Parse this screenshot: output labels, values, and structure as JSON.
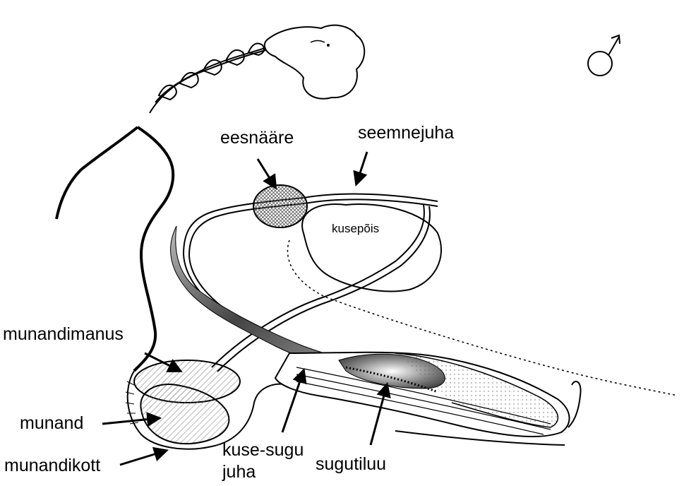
{
  "symbol": "♂",
  "labels": {
    "eesnaare": "eesnääre",
    "seemnejuha": "seemnejuha",
    "kusepois": "kusepõis",
    "munandimanus": "munandimanus",
    "munand": "munand",
    "munandikott": "munandikott",
    "kuse_sugu_line1": "kuse-sugu",
    "kuse_sugu_line2": "juha",
    "sugutiluu": "sugutiluu"
  },
  "colors": {
    "ink": "#000000",
    "hatch": "#777777",
    "shade": "#555555",
    "background": "#ffffff"
  }
}
